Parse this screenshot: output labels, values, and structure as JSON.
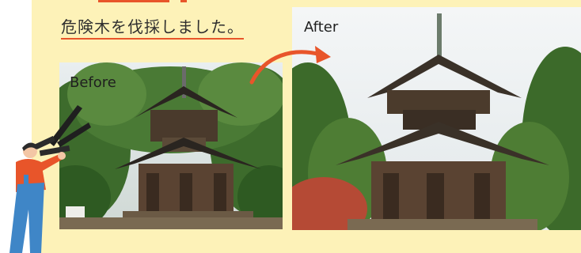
{
  "heading": {
    "text": "危険木を伐採しました。"
  },
  "photos": {
    "before_label": "Before",
    "after_label": "After"
  },
  "colors": {
    "panel_bg": "#fdf2b8",
    "accent": "#e8552a",
    "gardener_shirt": "#e8552a",
    "gardener_pants": "#3f86c7"
  },
  "icons": {
    "arrow": "curved-arrow-icon",
    "gardener": "gardener-with-shears-illustration"
  }
}
